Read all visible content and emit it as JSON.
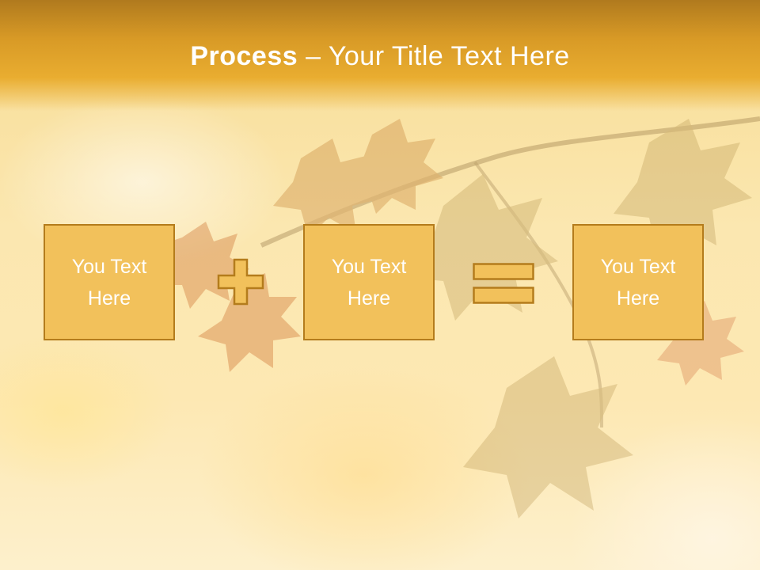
{
  "slide": {
    "title_bold": "Process",
    "title_separator": " – ",
    "title_rest": "Your Title Text Here"
  },
  "process": {
    "boxes": [
      {
        "text": "You Text\nHere"
      },
      {
        "text": "You Text\nHere"
      },
      {
        "text": "You Text\nHere"
      }
    ],
    "operators": [
      "plus",
      "equals"
    ]
  },
  "colors": {
    "title_bar": "#e9ad30",
    "box_fill": "#f2c15b",
    "box_border": "#b47c1c",
    "text": "#ffffff"
  }
}
